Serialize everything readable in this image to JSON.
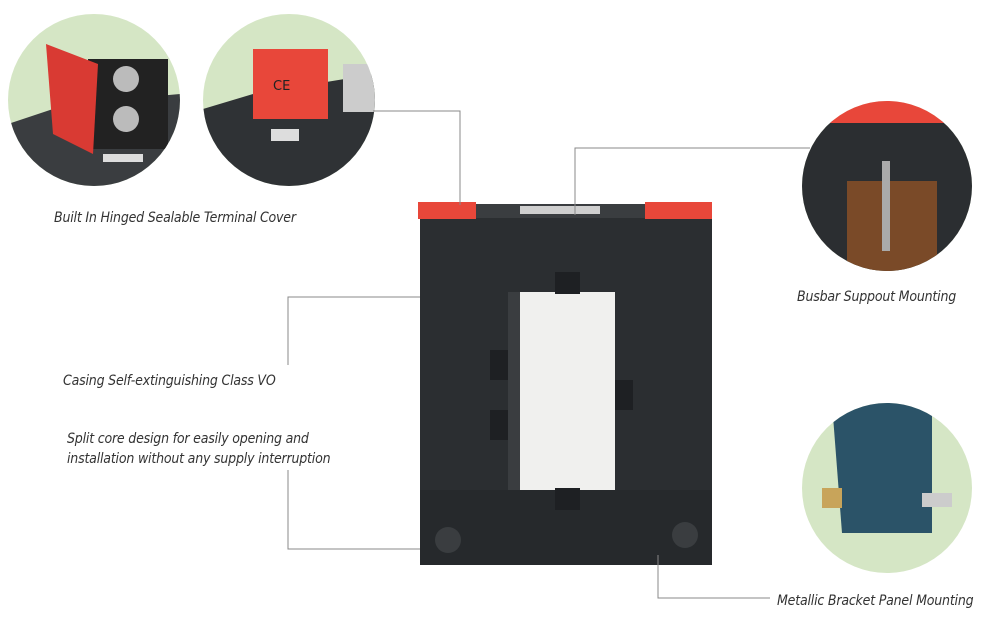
{
  "callouts": {
    "terminal_cover": "Built In Hinged Sealable Terminal Cover",
    "busbar": "Busbar Suppout Mounting",
    "casing": "Casing Self-extinguishing Class VO",
    "split_core_line1": "Split core design for easily opening and",
    "split_core_line2": "installation without any supply interruption",
    "bracket": "Metallic Bracket Panel Mounting"
  },
  "logo_text": "CE",
  "colors": {
    "circle_bg": "#d5e6c5",
    "body": "#2b2e31",
    "cover_red": "#e8473a",
    "leader": "#888888"
  }
}
